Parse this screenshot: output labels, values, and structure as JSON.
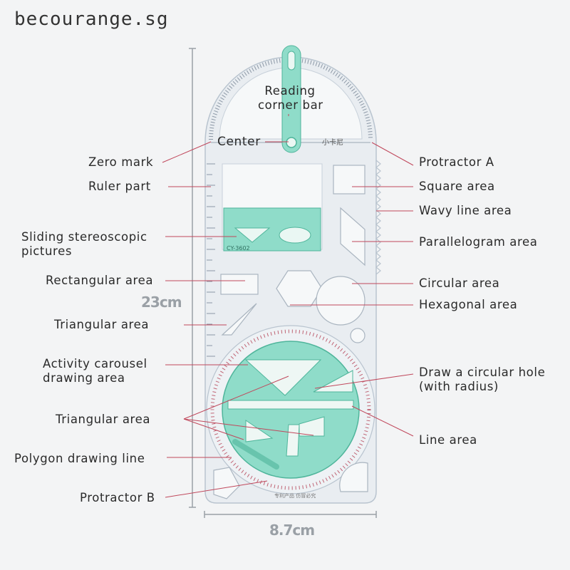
{
  "watermark": "becourange.sg",
  "ruler_text": {
    "height": "23cm",
    "width": "8.7cm"
  },
  "product": {
    "model": "CY-3602",
    "brand": "小卡尼",
    "footer": "专利产品  仿冒必究"
  },
  "labels": {
    "reading_corner_bar": [
      "Reading",
      "corner bar"
    ],
    "center": "Center",
    "zero_mark": "Zero mark",
    "ruler_part": "Ruler part",
    "sliding_pictures": [
      "Sliding stereoscopic",
      "pictures"
    ],
    "rectangular_area": "Rectangular area",
    "triangular_area_1": "Triangular area",
    "activity_carousel": [
      "Activity carousel",
      "drawing area"
    ],
    "triangular_area_2": "Triangular area",
    "polygon_line": "Polygon drawing line",
    "protractor_b": "Protractor B",
    "protractor_a": "Protractor A",
    "square_area": "Square area",
    "wavy_line_area": "Wavy line area",
    "parallelogram_area": "Parallelogram area",
    "circular_area": "Circular area",
    "hexagonal_area": "Hexagonal area",
    "circular_hole": [
      "Draw a circular hole",
      "(with radius)"
    ],
    "line_area": "Line area"
  },
  "colors": {
    "tool": "#e9edf1",
    "tool_edge": "#b9c4cf",
    "teal": "#8fdcc9",
    "teal_dark": "#4fb59b",
    "leader": "#c0485c"
  }
}
